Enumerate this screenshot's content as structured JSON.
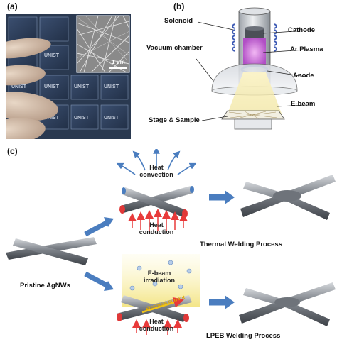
{
  "panel_a": {
    "label": "(a)",
    "logo_text": "UNIST",
    "scale_bar_label": "1 μm"
  },
  "panel_b": {
    "label": "(b)",
    "labels": {
      "solenoid": "Solenoid",
      "cathode": "Cathode",
      "vacuum_chamber": "Vacuum chamber",
      "ar_plasma": "Ar Plasma",
      "anode": "Anode",
      "e_beam": "E-beam",
      "stage_sample": "Stage & Sample"
    }
  },
  "panel_c": {
    "label": "(c)",
    "pristine": "Pristine AgNWs",
    "thermal": {
      "heat_convection_1": "Heat",
      "heat_convection_2": "convection",
      "heat_conduction_1": "Heat",
      "heat_conduction_2": "conduction",
      "process_label": "Thermal Welding Process"
    },
    "lpeb": {
      "ebeam_1": "E-beam",
      "ebeam_2": "irradiation",
      "electrical_current": "Electrical current",
      "heat_conduction_1": "Heat",
      "heat_conduction_2": "conduction",
      "process_label": "LPEB Welding Process"
    }
  },
  "colors": {
    "arrow_blue": "#4a7dbf",
    "heat_red": "#e83a3a",
    "plasma_purple": "#c86ad6",
    "ebeam_yellow": "#f5eaa5"
  }
}
